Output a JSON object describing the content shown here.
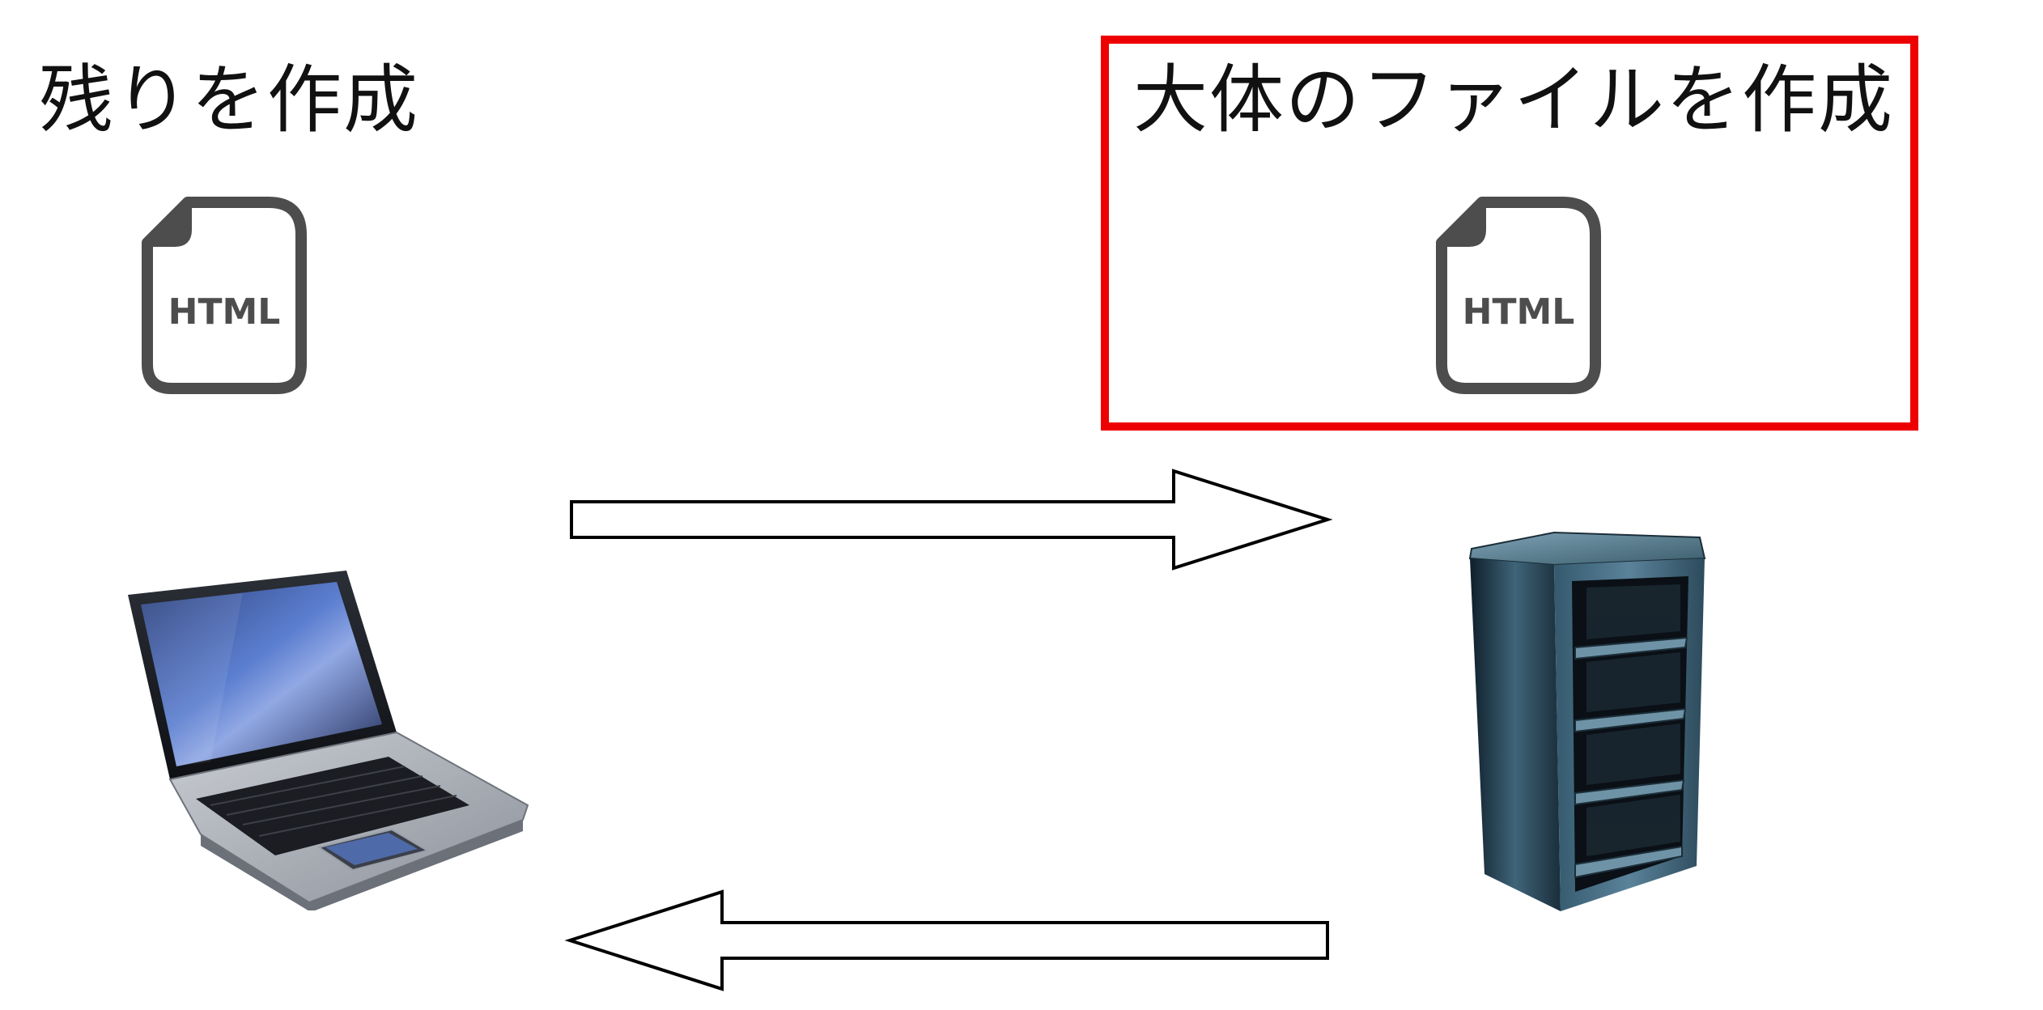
{
  "diagram": {
    "left_label": "残りを作成",
    "right_label": "大体のファイルを作成",
    "file_icon_text": "HTML",
    "highlight_color": "#ee0000",
    "icons": {
      "client": "laptop-icon",
      "server": "server-rack-icon",
      "file": "html-file-icon"
    },
    "arrows": [
      {
        "name": "request-arrow",
        "direction": "right"
      },
      {
        "name": "response-arrow",
        "direction": "left"
      }
    ]
  }
}
